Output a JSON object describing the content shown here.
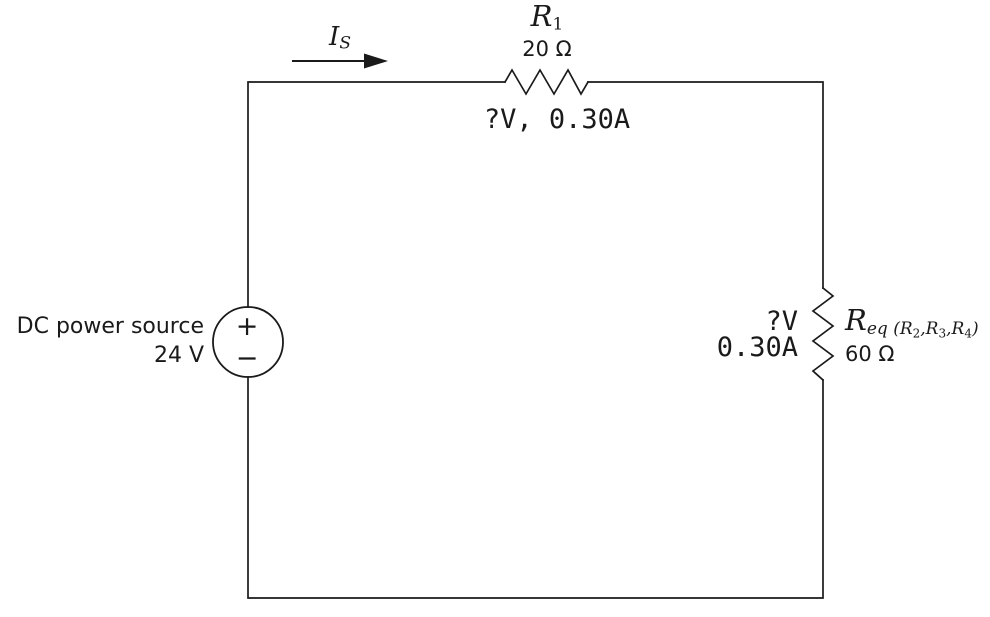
{
  "colors": {
    "line": "#1a1a1a",
    "text": "#1a1a1a",
    "background": "#ffffff"
  },
  "source": {
    "name": "DC power source",
    "voltage": "24 V",
    "plus": "+",
    "minus": "−"
  },
  "current": {
    "base": "I",
    "sub": "S"
  },
  "r1": {
    "base": "R",
    "sub": "1",
    "resistance": "20 Ω",
    "measurement": "?V, 0.30A"
  },
  "req": {
    "base": "R",
    "sub_eq": "eq",
    "sub_open": " (R",
    "sub2": "2",
    "sub_sep1": ",R",
    "sub3": "3",
    "sub_sep2": ",R",
    "sub4": "4",
    "sub_close": ")",
    "resistance": "60 Ω",
    "measurement_v": "?V",
    "measurement_a": "0.30A"
  }
}
